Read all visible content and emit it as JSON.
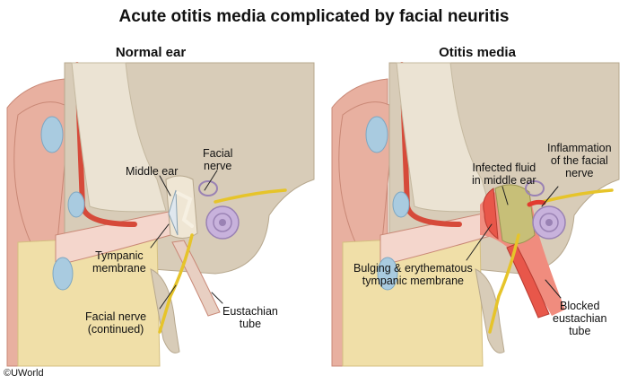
{
  "title": "Acute otitis media complicated by facial neuritis",
  "panels": {
    "left": {
      "heading": "Normal ear",
      "labels": {
        "middle_ear": "Middle ear",
        "facial_nerve_1": "Facial",
        "facial_nerve_2": "nerve",
        "tympanic_1": "Tympanic",
        "tympanic_2": "membrane",
        "facial_cont_1": "Facial nerve",
        "facial_cont_2": "(continued)",
        "eustachian_1": "Eustachian",
        "eustachian_2": "tube"
      }
    },
    "right": {
      "heading": "Otitis media",
      "labels": {
        "infected_1": "Infected fluid",
        "infected_2": "in middle ear",
        "inflam_1": "Inflammation",
        "inflam_2": "of the facial",
        "inflam_3": "nerve",
        "bulging_1": "Bulging & erythematous",
        "bulging_2": "tympanic membrane",
        "blocked_1": "Blocked",
        "blocked_2": "eustachian",
        "blocked_3": "tube"
      }
    }
  },
  "copyright": "©UWorld",
  "colors": {
    "skin": "#e8b0a0",
    "skin_dark": "#c98876",
    "bone": "#d8ccb8",
    "bone_light": "#ebe3d3",
    "cartilage": "#f0dfa8",
    "canal": "#f4d6cc",
    "blood": "#d64a3a",
    "nerve": "#e6c42a",
    "cochlea": "#c8b2dc",
    "fluid": "#c7bf78",
    "inflamed": "#e8574a"
  }
}
